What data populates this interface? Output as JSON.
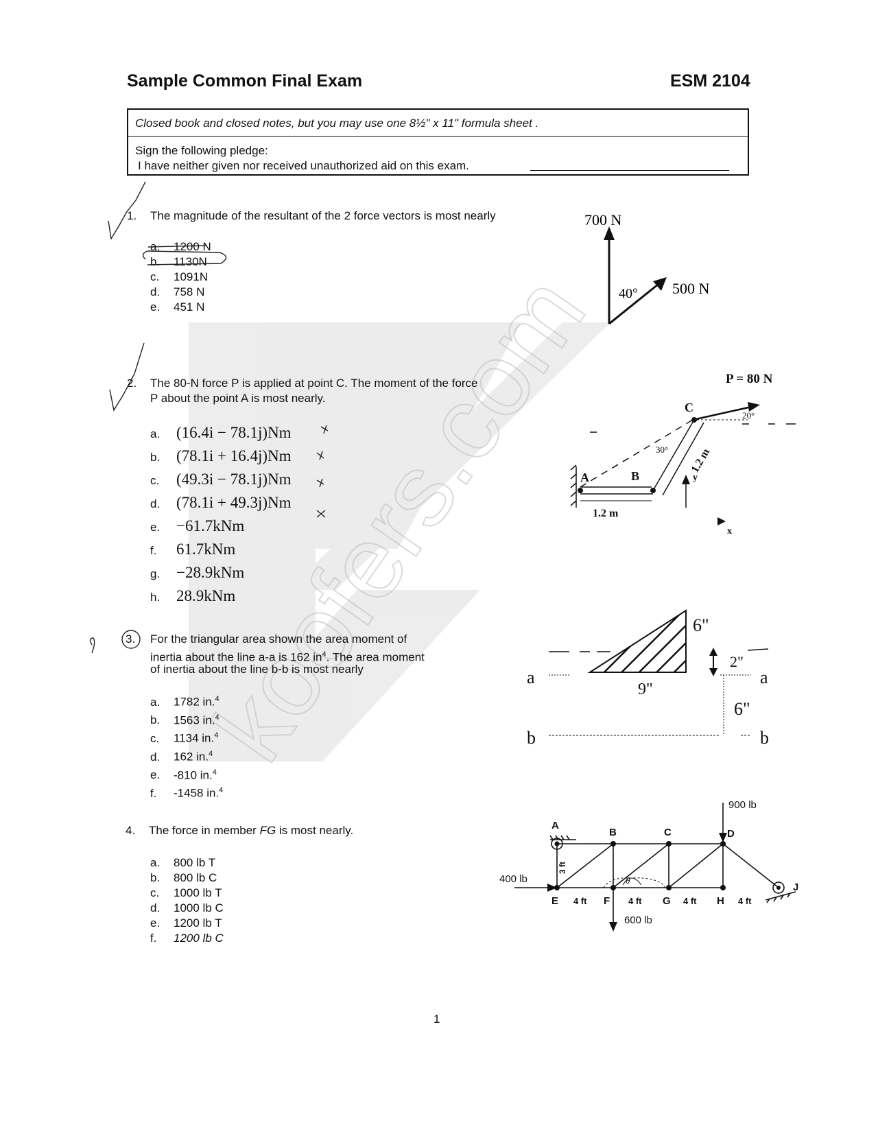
{
  "header": {
    "title": "Sample Common Final Exam",
    "course": "ESM 2104"
  },
  "instructions": {
    "line1": "Closed book and closed notes,  but you may use one 8½\" x 11\" formula sheet .",
    "line2": "Sign the following pledge:",
    "line3": "I have neither given nor received unauthorized aid on this exam."
  },
  "questions": [
    {
      "number": "1.",
      "text": "The magnitude of the resultant of the 2 force vectors is most nearly",
      "options": [
        {
          "letter": "a.",
          "text": "1200 N"
        },
        {
          "letter": "b.",
          "text": "1130N"
        },
        {
          "letter": "c.",
          "text": "1091N"
        },
        {
          "letter": "d.",
          "text": "758 N"
        },
        {
          "letter": "e.",
          "text": "451 N"
        }
      ],
      "figure": {
        "force1": "700 N",
        "force2": "500 N",
        "angle": "40°"
      }
    },
    {
      "number": "2.",
      "text_line1": "The 80-N force P is applied at point C.  The moment of the force",
      "text_line2": "P about the point A is most nearly.",
      "options": [
        {
          "letter": "a.",
          "text": "(16.4i − 78.1j)Nm"
        },
        {
          "letter": "b.",
          "text": "(78.1i + 16.4j)Nm"
        },
        {
          "letter": "c.",
          "text": "(49.3i − 78.1j)Nm"
        },
        {
          "letter": "d.",
          "text": "(78.1i + 49.3j)Nm"
        },
        {
          "letter": "e.",
          "text": "−61.7kNm"
        },
        {
          "letter": "f.",
          "text": "61.7kNm"
        },
        {
          "letter": "g.",
          "text": "−28.9kNm"
        },
        {
          "letter": "h.",
          "text": "28.9kNm"
        }
      ],
      "figure": {
        "force": "P = 80 N",
        "angle1": "20°",
        "angle2": "30°",
        "len1": "1.2 m",
        "len2": "1.2 m",
        "A": "A",
        "B": "B",
        "C": "C",
        "x": "x",
        "y": "y"
      }
    },
    {
      "number": "3.",
      "text_line1": "For the triangular area shown the area moment of",
      "text_line2": "inertia about the line a-a is 162 in",
      "text_line2_sup": "4",
      "text_line2_end": ".  The area moment",
      "text_line3": "of inertia about the line b-b is most nearly",
      "options": [
        {
          "letter": "a.",
          "text": "1782 in."
        },
        {
          "letter": "b.",
          "text": "1563 in."
        },
        {
          "letter": "c.",
          "text": "1134 in."
        },
        {
          "letter": "d.",
          "text": "162 in."
        },
        {
          "letter": "e.",
          "text": "-810 in."
        },
        {
          "letter": "f.",
          "text": "-1458 in."
        }
      ],
      "option_sup": "4",
      "figure": {
        "h": "6\"",
        "offset": "2\"",
        "base": "9\"",
        "gap": "6\"",
        "a": "a",
        "b": "b"
      }
    },
    {
      "number": "4.",
      "text_pre": "The force in member ",
      "text_member": "FG",
      "text_post": " is most nearly.",
      "options": [
        {
          "letter": "a.",
          "text": "800 lb T"
        },
        {
          "letter": "b.",
          "text": "800 lb C"
        },
        {
          "letter": "c.",
          "text": "1000 lb T"
        },
        {
          "letter": "d.",
          "text": "1000 lb C"
        },
        {
          "letter": "e.",
          "text": "1200 lb T"
        },
        {
          "letter": "f.",
          "text": "1200 lb C"
        }
      ],
      "figure": {
        "load_top": "900 lb",
        "load_left": "400 lb",
        "load_bottom": "600 lb",
        "height": "3 ft",
        "span": "4 ft",
        "nodes": [
          "A",
          "B",
          "C",
          "D",
          "E",
          "F",
          "G",
          "H",
          "J"
        ],
        "theta": "θ"
      }
    }
  ],
  "page_number": "1",
  "watermark": "koofers.com"
}
